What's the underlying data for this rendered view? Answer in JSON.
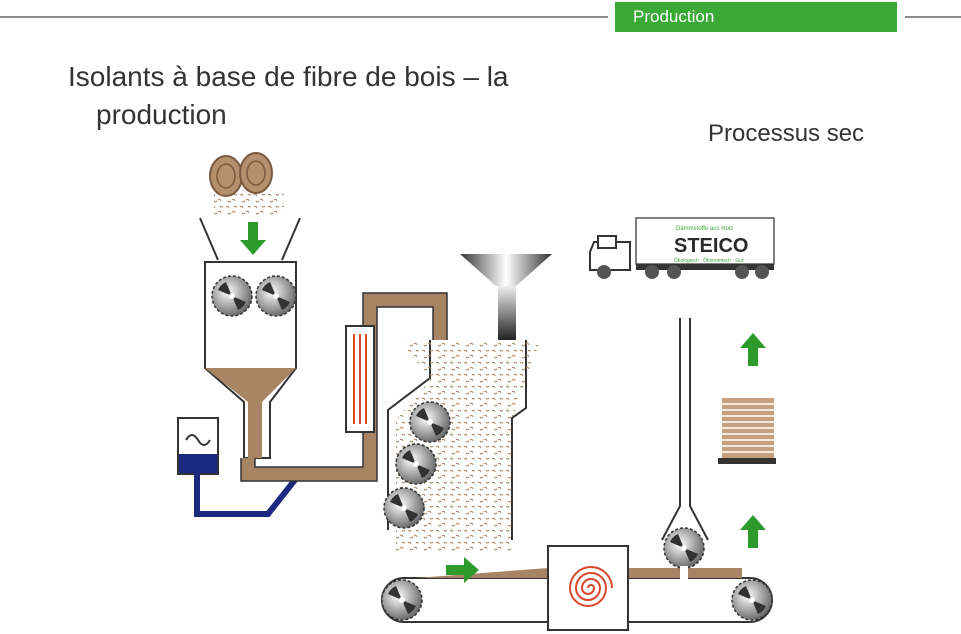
{
  "header": {
    "tag_label": "Production",
    "accent_color": "#3aa935"
  },
  "title": {
    "line1": "Isolants à base de fibre de bois – la",
    "line2": "production"
  },
  "subtitle": "Processus sec",
  "truck": {
    "brand": "STEICO",
    "top_text": "Dämmstoffe aus Holz",
    "bottom_text": "Ökologisch · Ökonomisch · Gut"
  },
  "colors": {
    "fiber": "#a78464",
    "arrow": "#2f9a2c",
    "water": "#1b2a80",
    "heater": "#d9462a"
  },
  "icons": [
    "log-icon",
    "arrow-up-icon",
    "arrow-down-icon",
    "arrow-right-icon",
    "saw-blade-icon",
    "fan-icon",
    "truck-icon",
    "board-stack-icon",
    "spiral-icon"
  ]
}
